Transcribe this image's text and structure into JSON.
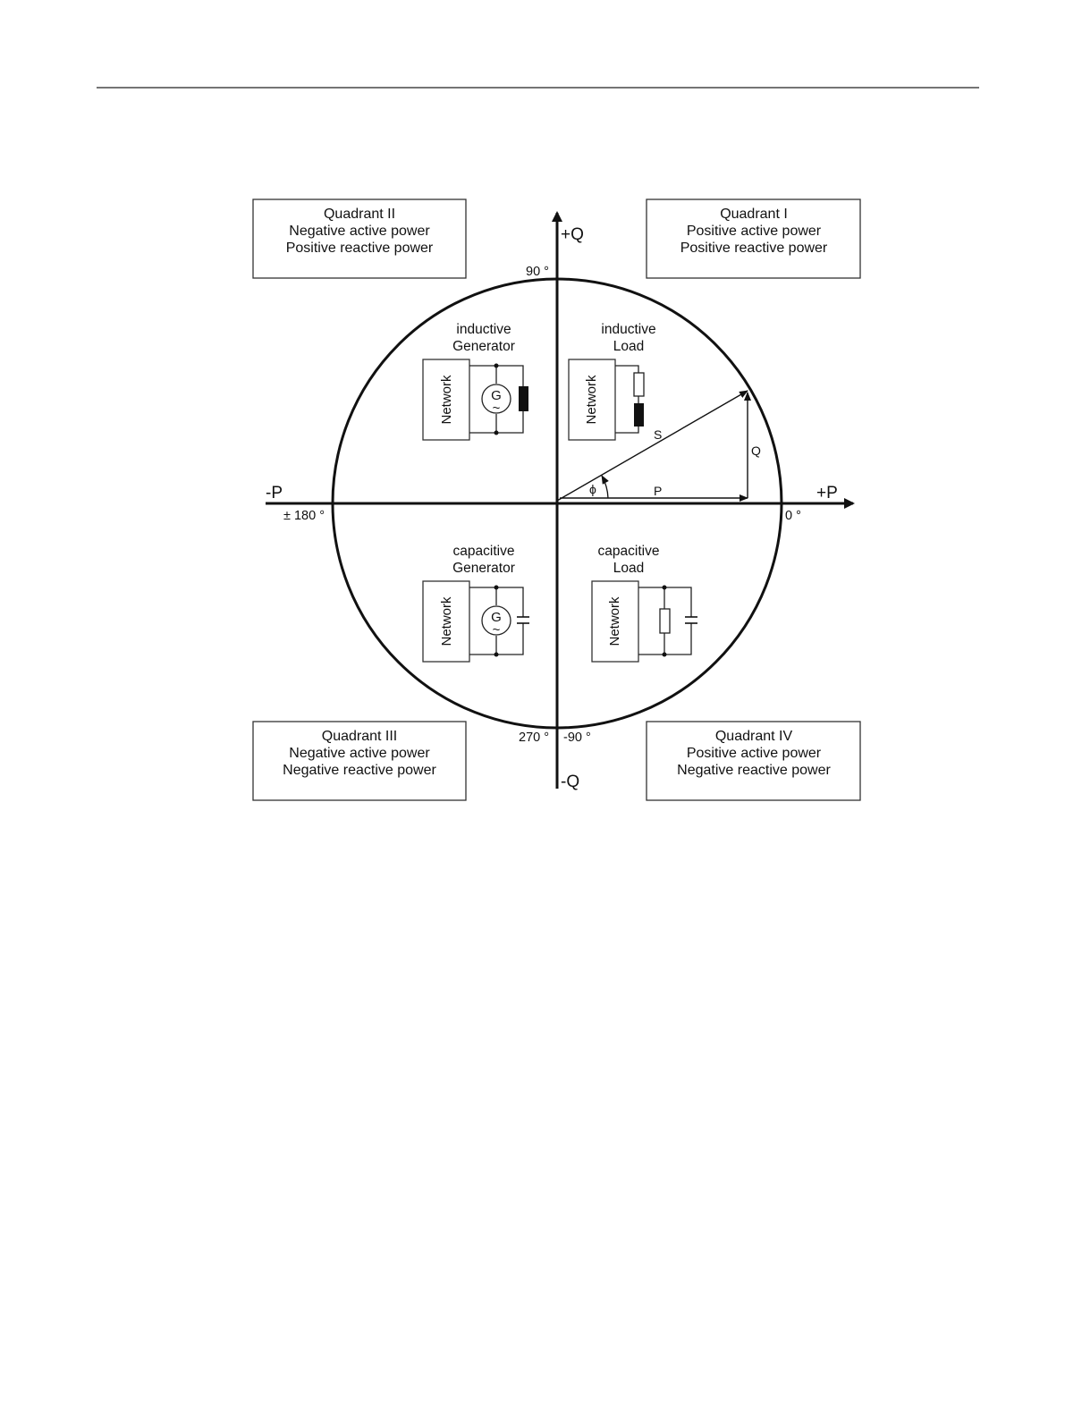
{
  "quadrants": {
    "q1": {
      "lines": [
        "Quadrant I",
        "Positive active power",
        "Positive reactive power"
      ]
    },
    "q2": {
      "lines": [
        "Quadrant II",
        "Negative active power",
        "Positive reactive power"
      ]
    },
    "q3": {
      "lines": [
        "Quadrant III",
        "Negative active power",
        "Negative reactive power"
      ]
    },
    "q4": {
      "lines": [
        "Quadrant IV",
        "Positive active power",
        "Negative reactive power"
      ]
    }
  },
  "axes": {
    "pos_q": "+Q",
    "neg_q": "-Q",
    "pos_p": "+P",
    "neg_p": "-P"
  },
  "angles": {
    "a90": "90 °",
    "a180": "± 180 °",
    "a0": "0 °",
    "a270": "270 °",
    "am90": "-90 °"
  },
  "modes": {
    "ind_gen": [
      "inductive",
      "Generator"
    ],
    "ind_load": [
      "inductive",
      "Load"
    ],
    "cap_gen": [
      "capacitive",
      "Generator"
    ],
    "cap_load": [
      "capacitive",
      "Load"
    ]
  },
  "vectors": {
    "s": "S",
    "q": "Q",
    "p": "P",
    "phi": "ϕ"
  },
  "circuit": {
    "network": "Network",
    "generator": "G",
    "tilde": "~"
  }
}
